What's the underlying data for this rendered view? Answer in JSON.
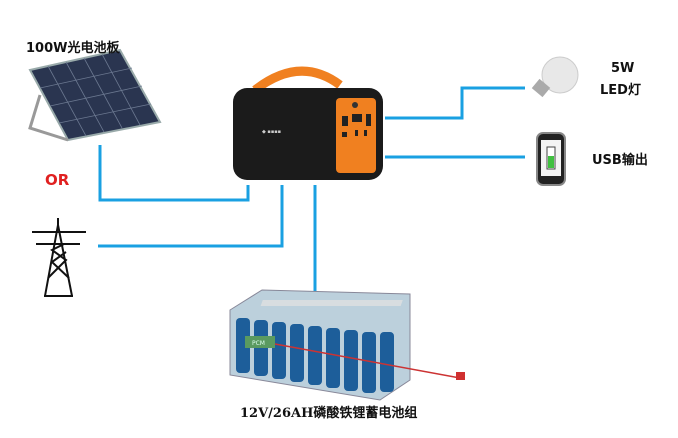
{
  "labels": {
    "solar": "100W光电池板",
    "or": "OR",
    "bulb_line1": "5W",
    "bulb_line2": "LED灯",
    "usb": "USB输出",
    "battery": "12V/26AH磷酸铁锂蓄电池组",
    "bms": "PCM"
  },
  "colors": {
    "line": "#1aa0e2",
    "or": "#e02020",
    "accent": "#f08020"
  }
}
